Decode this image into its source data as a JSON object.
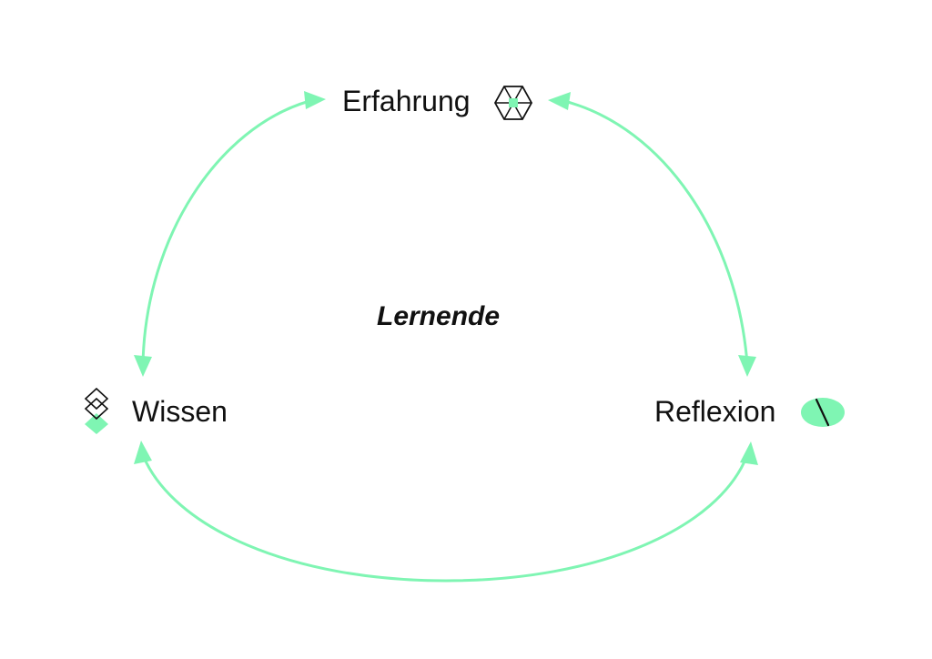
{
  "center": {
    "label": "Lernende"
  },
  "nodes": {
    "erfahrung": {
      "label": "Erfahrung",
      "icon": "hexagon-icon"
    },
    "wissen": {
      "label": "Wissen",
      "icon": "stacked-diamonds-icon"
    },
    "reflexion": {
      "label": "Reflexion",
      "icon": "oval-slash-icon"
    }
  },
  "connections": [
    {
      "from": "Erfahrung",
      "to": "Wissen",
      "direction": "bidirectional"
    },
    {
      "from": "Erfahrung",
      "to": "Reflexion",
      "direction": "bidirectional"
    },
    {
      "from": "Wissen",
      "to": "Reflexion",
      "direction": "bidirectional"
    }
  ],
  "colors": {
    "accent": "#7ff5b3",
    "text": "#111111",
    "background": "#ffffff"
  }
}
